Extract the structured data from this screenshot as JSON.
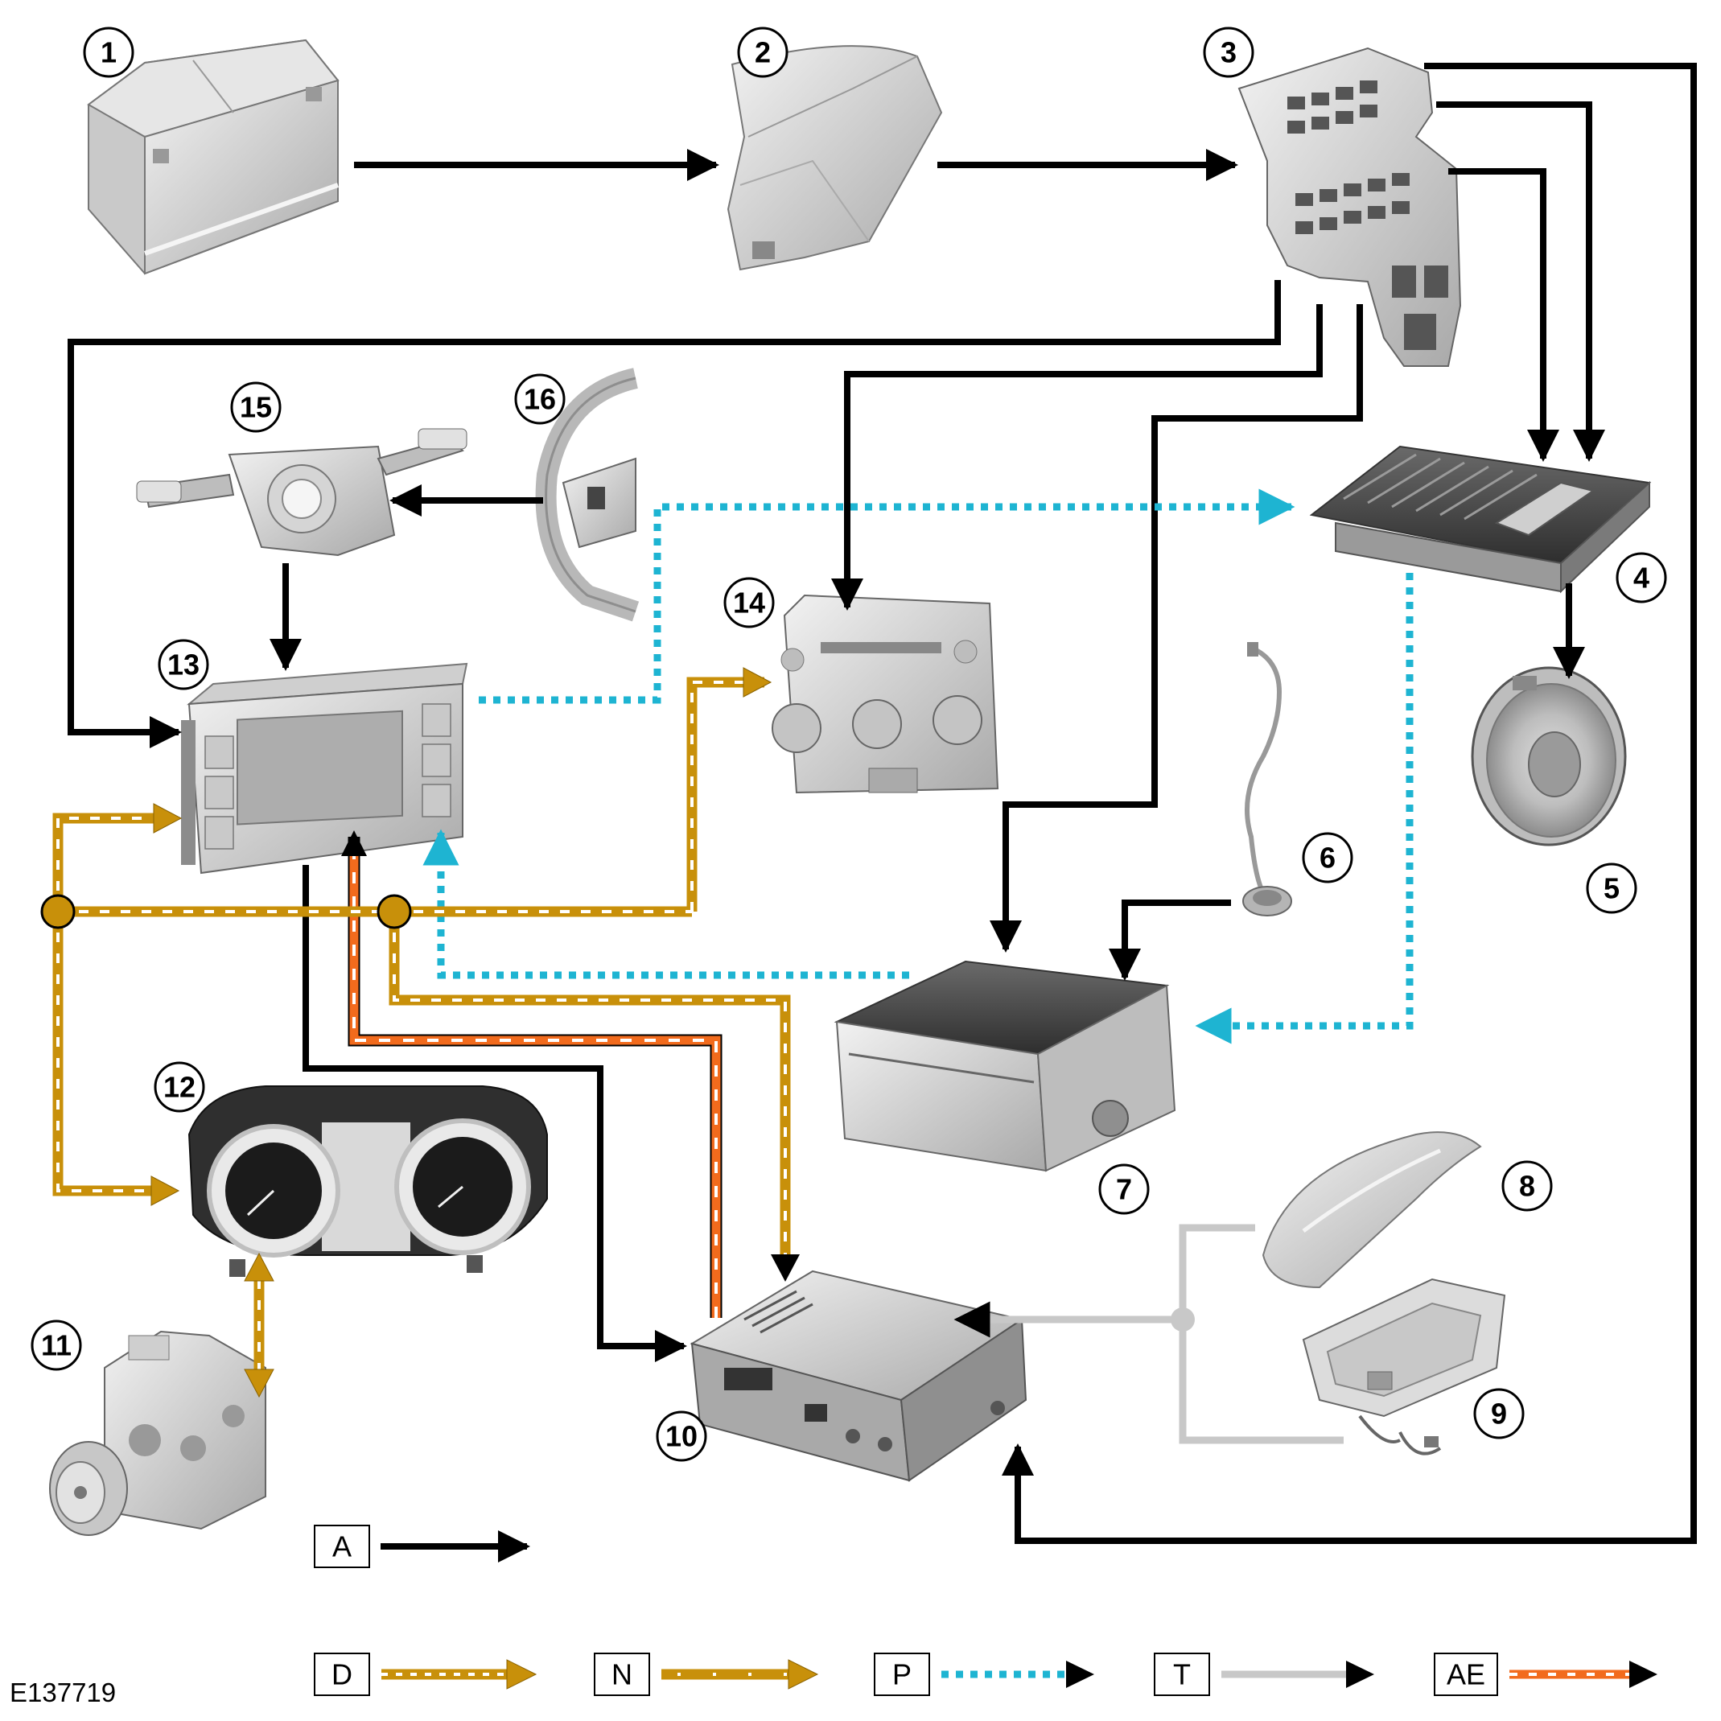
{
  "figure_ref": "E137719",
  "components": [
    {
      "number": "1",
      "icon": "battery-icon"
    },
    {
      "number": "2",
      "icon": "battery-junction-box-icon"
    },
    {
      "number": "3",
      "icon": "central-junction-box-icon"
    },
    {
      "number": "4",
      "icon": "audio-amplifier-icon"
    },
    {
      "number": "5",
      "icon": "speaker-icon"
    },
    {
      "number": "6",
      "icon": "microphone-icon"
    },
    {
      "number": "7",
      "icon": "audio-unit-icon"
    },
    {
      "number": "8",
      "icon": "roof-antenna-icon"
    },
    {
      "number": "9",
      "icon": "antenna-module-icon"
    },
    {
      "number": "10",
      "icon": "telematics-module-icon"
    },
    {
      "number": "11",
      "icon": "abs-module-icon"
    },
    {
      "number": "12",
      "icon": "instrument-cluster-icon"
    },
    {
      "number": "13",
      "icon": "touch-screen-display-icon"
    },
    {
      "number": "14",
      "icon": "integrated-control-panel-icon"
    },
    {
      "number": "15",
      "icon": "clockspring-switch-icon"
    },
    {
      "number": "16",
      "icon": "steering-wheel-icon"
    }
  ],
  "legend": [
    {
      "code": "A",
      "style": "solid",
      "color": "#000000"
    },
    {
      "code": "D",
      "style": "dashed",
      "color": "#C8900A"
    },
    {
      "code": "N",
      "style": "solid-outline",
      "color": "#C8900A"
    },
    {
      "code": "P",
      "style": "dotted",
      "color": "#1EB4D2"
    },
    {
      "code": "T",
      "style": "solid",
      "color": "#C8C8C8"
    },
    {
      "code": "AE",
      "style": "dashed",
      "color": "#F26B1D"
    }
  ],
  "colors": {
    "power": "#000000",
    "can_bus": "#C8900A",
    "most_bus": "#1EB4D2",
    "rf_signal": "#C8C8C8",
    "gps_data": "#F26B1D"
  }
}
